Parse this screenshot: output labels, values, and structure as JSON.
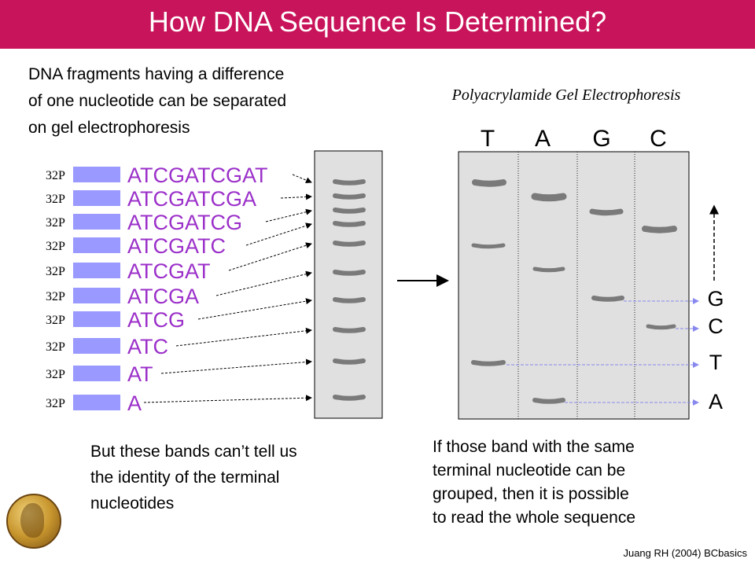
{
  "title": "How DNA Sequence Is Determined?",
  "intro_text": [
    "DNA fragments having a difference",
    "of one nucleotide can be separated",
    "on gel electrophoresis"
  ],
  "label_32p": "32P",
  "fragments": [
    "ATCGATCGAT",
    "ATCGATCGA",
    "ATCGATCG",
    "ATCGATC",
    "ATCGAT",
    "ATCGA",
    "ATCG",
    "ATC",
    "AT",
    "A"
  ],
  "gel_caption": "Polyacrylamide Gel Electrophoresis",
  "lanes": [
    "T",
    "A",
    "G",
    "C"
  ],
  "read_sequence": [
    "G",
    "C",
    "T",
    "A"
  ],
  "bottom_left_text": [
    "But these bands can’t tell us",
    "the identity of the terminal",
    "nucleotides"
  ],
  "bottom_right_text": [
    "If those band with the same",
    "terminal nucleotide can be",
    "grouped, then it is possible",
    "to read the whole sequence"
  ],
  "credit": "Juang RH (2004) BCbasics",
  "colors": {
    "title_bar": "#c8145a",
    "fragment_text": "#9b30c9",
    "label_box": "#9999ff",
    "gel": "#e0e0e0",
    "band": "#7a7a7a",
    "guide_line": "#8888ee"
  },
  "icons": [
    "nobel-medal-icon"
  ]
}
